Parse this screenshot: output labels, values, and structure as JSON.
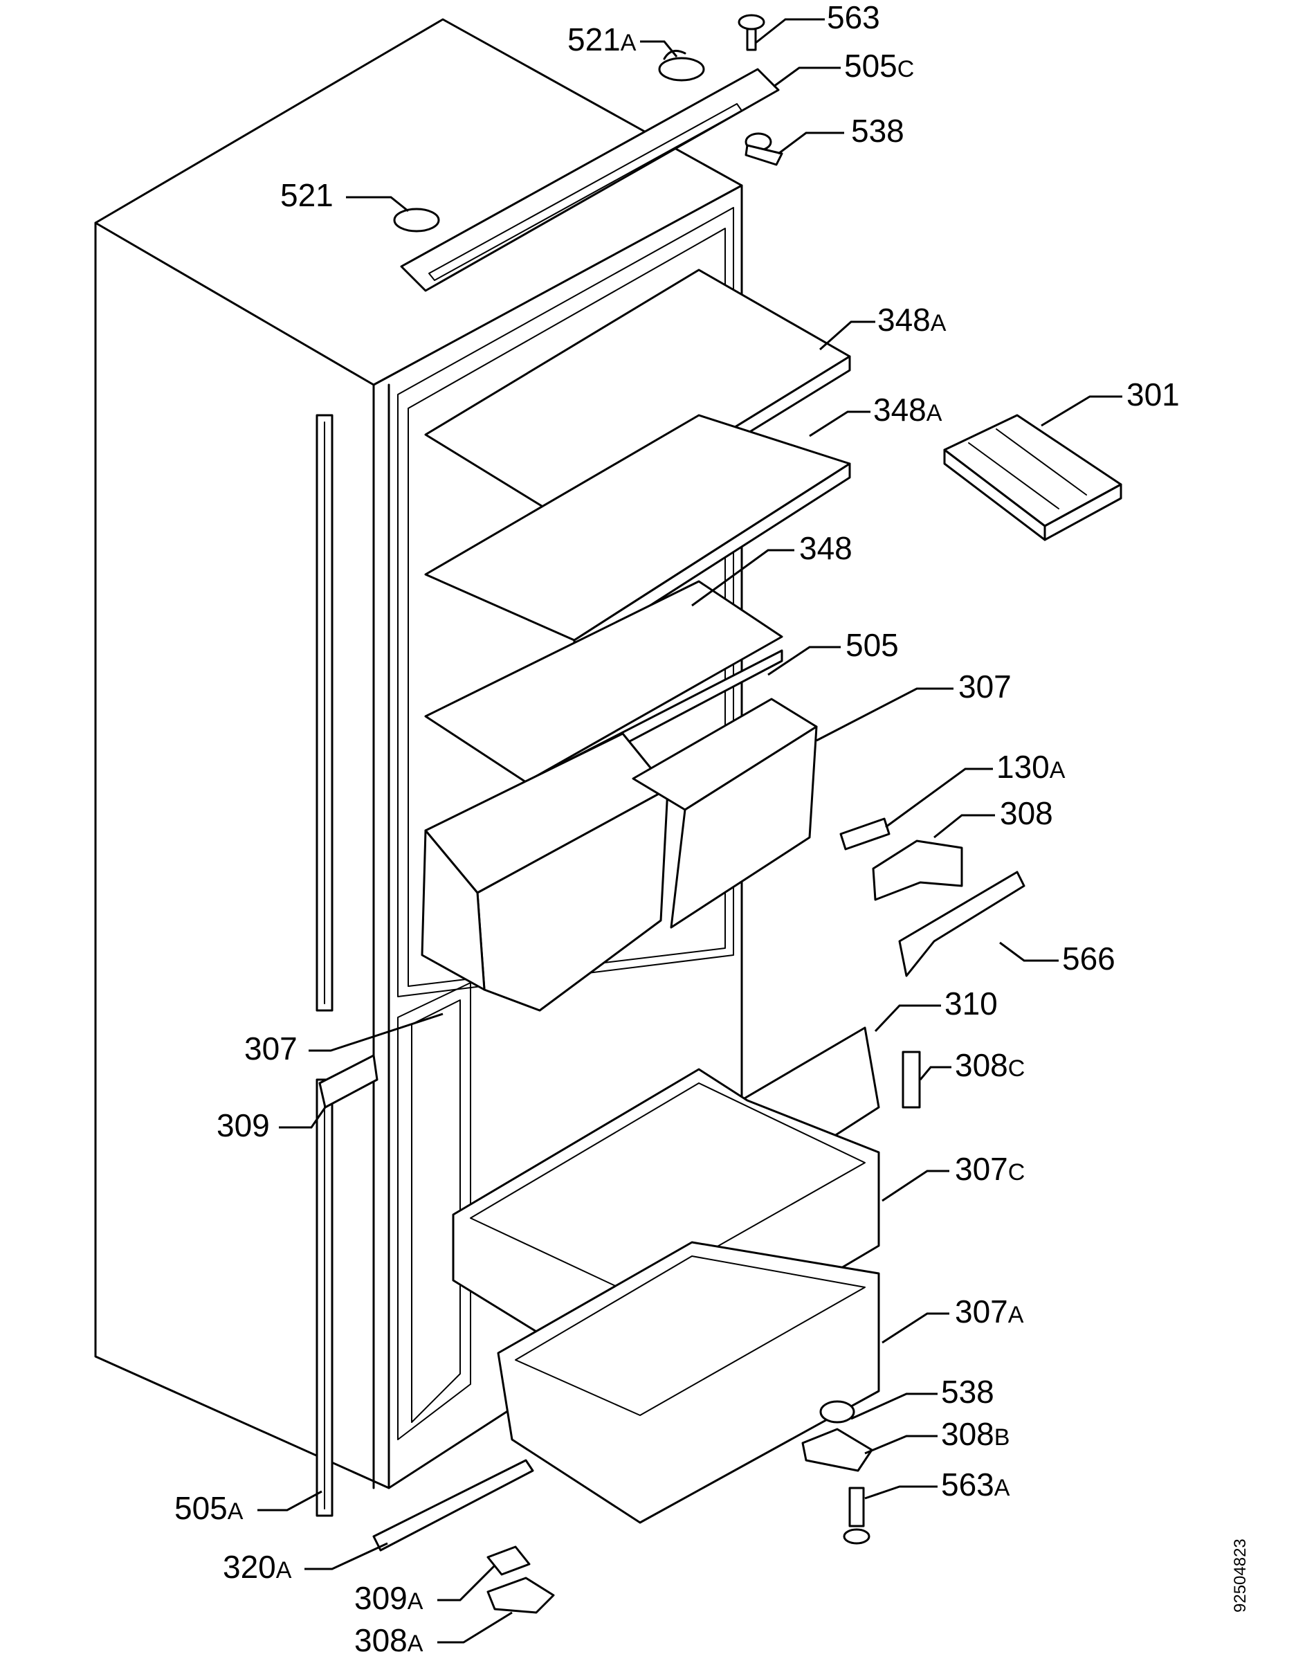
{
  "diagram": {
    "document_number": "92504823",
    "labels": [
      {
        "id": "563",
        "num": "563",
        "suffix": ""
      },
      {
        "id": "521A",
        "num": "521",
        "suffix": "A"
      },
      {
        "id": "505C",
        "num": "505",
        "suffix": "C"
      },
      {
        "id": "538-top",
        "num": "538",
        "suffix": ""
      },
      {
        "id": "521",
        "num": "521",
        "suffix": ""
      },
      {
        "id": "348A-1",
        "num": "348",
        "suffix": "A"
      },
      {
        "id": "348A-2",
        "num": "348",
        "suffix": "A"
      },
      {
        "id": "301",
        "num": "301",
        "suffix": ""
      },
      {
        "id": "348",
        "num": "348",
        "suffix": ""
      },
      {
        "id": "505",
        "num": "505",
        "suffix": ""
      },
      {
        "id": "307-right",
        "num": "307",
        "suffix": ""
      },
      {
        "id": "130A",
        "num": "130",
        "suffix": "A"
      },
      {
        "id": "308",
        "num": "308",
        "suffix": ""
      },
      {
        "id": "566",
        "num": "566",
        "suffix": ""
      },
      {
        "id": "310",
        "num": "310",
        "suffix": ""
      },
      {
        "id": "307-left",
        "num": "307",
        "suffix": ""
      },
      {
        "id": "308C",
        "num": "308",
        "suffix": "C"
      },
      {
        "id": "309",
        "num": "309",
        "suffix": ""
      },
      {
        "id": "307C",
        "num": "307",
        "suffix": "C"
      },
      {
        "id": "307A",
        "num": "307",
        "suffix": "A"
      },
      {
        "id": "538-bottom",
        "num": "538",
        "suffix": ""
      },
      {
        "id": "308B",
        "num": "308",
        "suffix": "B"
      },
      {
        "id": "563A",
        "num": "563",
        "suffix": "A"
      },
      {
        "id": "505A",
        "num": "505",
        "suffix": "A"
      },
      {
        "id": "320A",
        "num": "320",
        "suffix": "A"
      },
      {
        "id": "309A",
        "num": "309",
        "suffix": "A"
      },
      {
        "id": "308A",
        "num": "308",
        "suffix": "A"
      }
    ]
  }
}
